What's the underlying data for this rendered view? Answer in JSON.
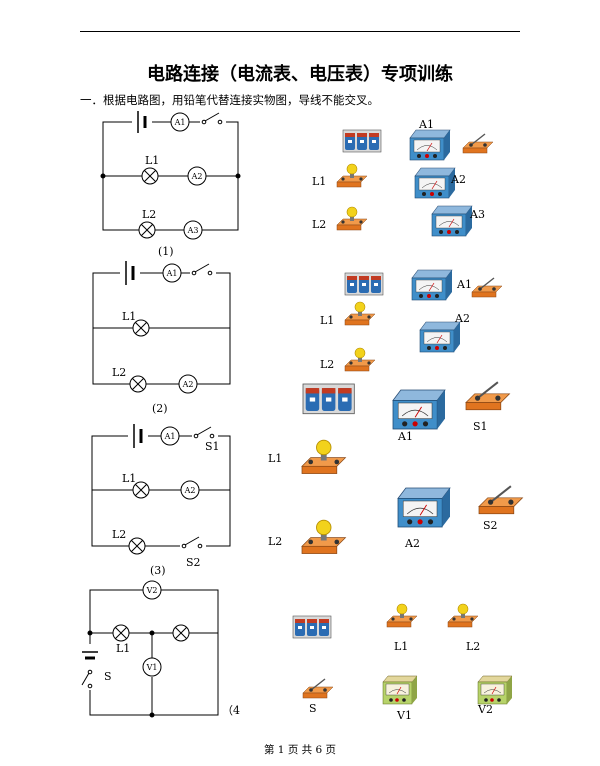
{
  "header": {
    "title": "电路连接（电流表、电压表）专项训练"
  },
  "instruction": "一．根据电路图，用铅笔代替连接实物图，导线不能交叉。",
  "footer": "第 1 页 共 6 页",
  "colors": {
    "battery_blue": "#2b6cb3",
    "battery_red": "#c23b22",
    "board_orange": "#e0741f",
    "bulb_yellow": "#f2d21b",
    "meter_blue": "#3f8ec9",
    "voltmeter_green": "#b7d36a"
  },
  "problems": [
    {
      "caption": "(1)",
      "schematic": {
        "meters": [
          "A1",
          "A2",
          "A3"
        ],
        "lamps": [
          "L1",
          "L2"
        ]
      },
      "components": {
        "ammeters": [
          "A1",
          "A2",
          "A3"
        ],
        "lamps": [
          "L1",
          "L2"
        ]
      }
    },
    {
      "caption": "(2)",
      "schematic": {
        "meters": [
          "A1",
          "A2"
        ],
        "lamps": [
          "L1",
          "L2"
        ]
      },
      "components": {
        "ammeters": [
          "A1",
          "A2"
        ],
        "lamps": [
          "L1",
          "L2"
        ]
      }
    },
    {
      "caption": "(3)",
      "schematic": {
        "meters": [
          "A1",
          "A2"
        ],
        "lamps": [
          "L1",
          "L2"
        ],
        "switches": [
          "S1",
          "S2"
        ]
      },
      "components": {
        "ammeters": [
          "A1",
          "A2"
        ],
        "lamps": [
          "L1",
          "L2"
        ],
        "switches": [
          "S1",
          "S2"
        ]
      }
    },
    {
      "caption": "（4",
      "schematic": {
        "meters": [
          "V2",
          "V1"
        ],
        "lamps": [
          "L1"
        ],
        "switches": [
          "S"
        ]
      },
      "components": {
        "lamps": [
          "L1",
          "L2"
        ],
        "switches": [
          "S"
        ],
        "voltmeters": [
          "V1",
          "V2"
        ]
      }
    }
  ]
}
